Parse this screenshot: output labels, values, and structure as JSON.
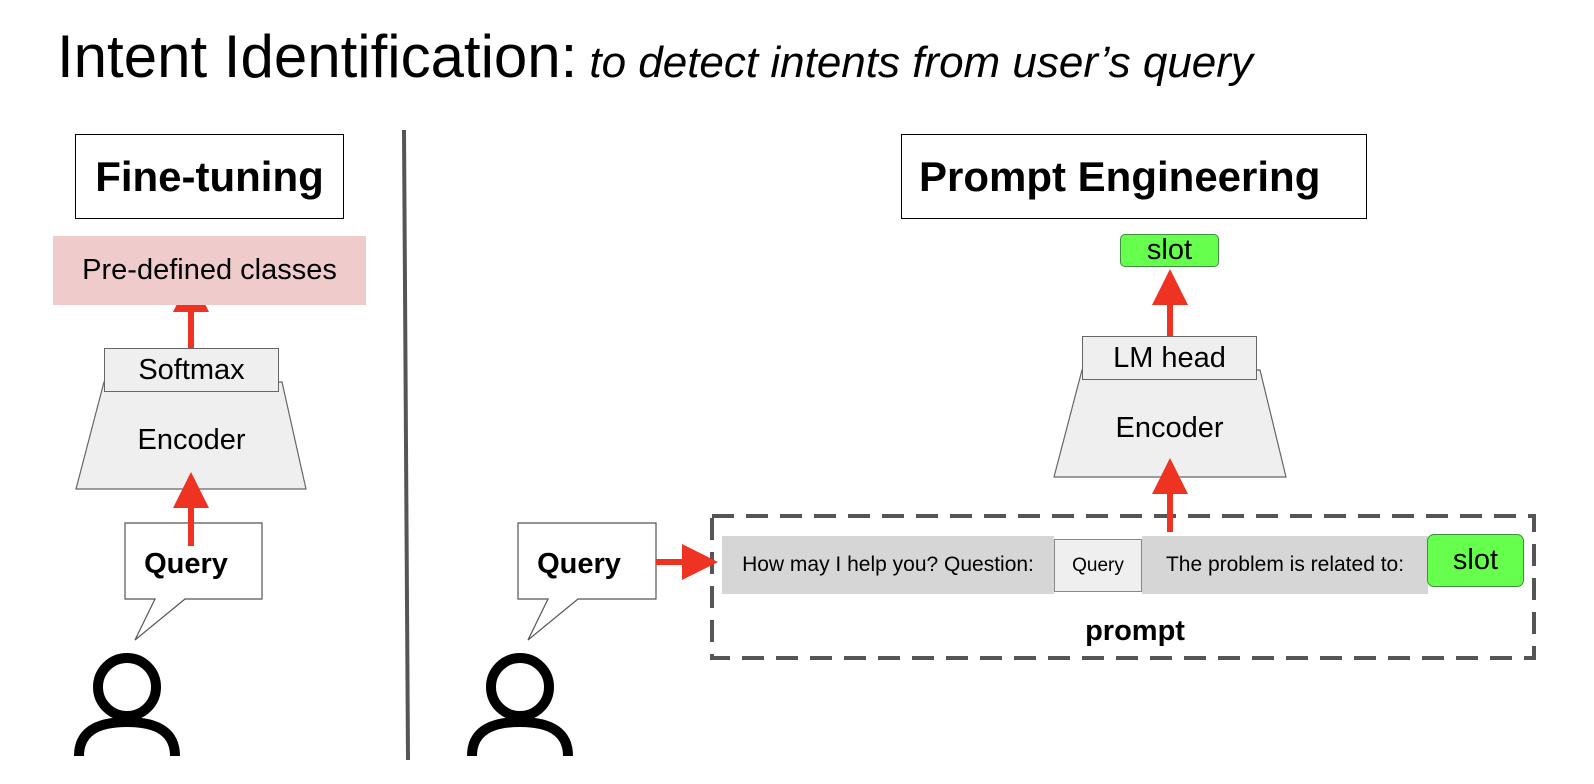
{
  "title": {
    "main": "Intent Identification:",
    "subtitle": "to detect intents from user’s query"
  },
  "left_panel": {
    "heading": "Fine-tuning",
    "classes_label": "Pre-defined classes",
    "softmax_label": "Softmax",
    "encoder_label": "Encoder",
    "query_label": "Query"
  },
  "right_panel": {
    "heading": "Prompt Engineering",
    "output_slot_label": "slot",
    "lm_head_label": "LM head",
    "encoder_label": "Encoder",
    "query_label": "Query",
    "prompt": {
      "segment_1": "How may I help you? Question:",
      "query_slot": "Query",
      "segment_2": "The problem is related to:",
      "answer_slot": "slot",
      "label": "prompt"
    }
  },
  "colors": {
    "arrow": "#ee3322",
    "slot_fill": "#66ff4d",
    "classes_fill": "#efcbcb",
    "encoder_fill": "#efefef",
    "prompt_segment_fill": "#d6d6d6",
    "dashed_border": "#555555",
    "divider": "#555555"
  },
  "icons": [
    "user-icon",
    "speech-bubble-icon",
    "arrow-up-icon",
    "arrow-right-icon"
  ]
}
